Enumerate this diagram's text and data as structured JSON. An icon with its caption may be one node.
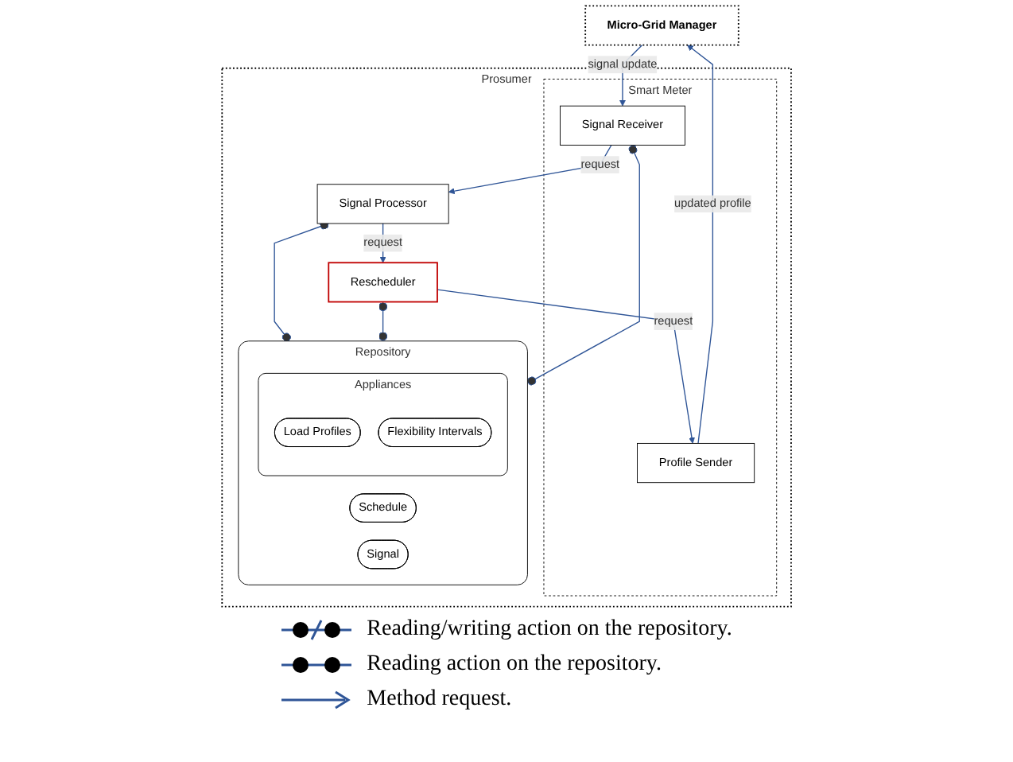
{
  "diagram": {
    "nodes": [
      {
        "text": [
          "Micro-Grid Manager"
        ]
      },
      {
        "text": [
          "Prosumer"
        ]
      },
      {
        "text": [
          "Smart Meter"
        ],
        "in": 1
      },
      {
        "text": [
          "Profile Sender"
        ],
        "in": 2
      },
      {
        "text": [
          "Signal Receiver"
        ],
        "in": 2
      },
      {
        "text": [
          "Signal Processor"
        ],
        "in": 1
      },
      {
        "text": [
          "Rescheduler"
        ],
        "in": 1
      },
      {
        "text": [
          "Repository"
        ],
        "in": 1
      },
      {
        "text": [
          "Schedule"
        ],
        "in": 7
      },
      {
        "text": [
          "Signal"
        ],
        "in": 7
      },
      {
        "text": [
          "Appliances"
        ],
        "in": 7
      },
      {
        "text": [
          "Load Profiles"
        ],
        "in": 10
      },
      {
        "text": [
          "Flexibility Intervals"
        ],
        "in": 10
      }
    ],
    "edges": [
      {
        "from": 3,
        "to": 0,
        "arrow": "to",
        "label": "updated profile"
      },
      {
        "from": 0,
        "to": 4,
        "arrow": "to",
        "label": "signal update"
      },
      {
        "from": 4,
        "to": 5,
        "arrow": "to",
        "label": "request"
      },
      {
        "from": 5,
        "to": 6,
        "arrow": "to",
        "label": "request"
      },
      {
        "from": 6,
        "to": 3,
        "arrow": "to",
        "label": "request"
      },
      {
        "from": 4,
        "to": 7,
        "arrow": "other"
      },
      {
        "from": 5,
        "to": 7,
        "arrow": "other"
      },
      {
        "from": 6,
        "to": 7,
        "arrow": "other"
      }
    ],
    "legend": [
      {
        "text": "Reading/writing action on the repository."
      },
      {
        "text": "Reading action on the repository."
      },
      {
        "text": "Method request."
      }
    ]
  }
}
